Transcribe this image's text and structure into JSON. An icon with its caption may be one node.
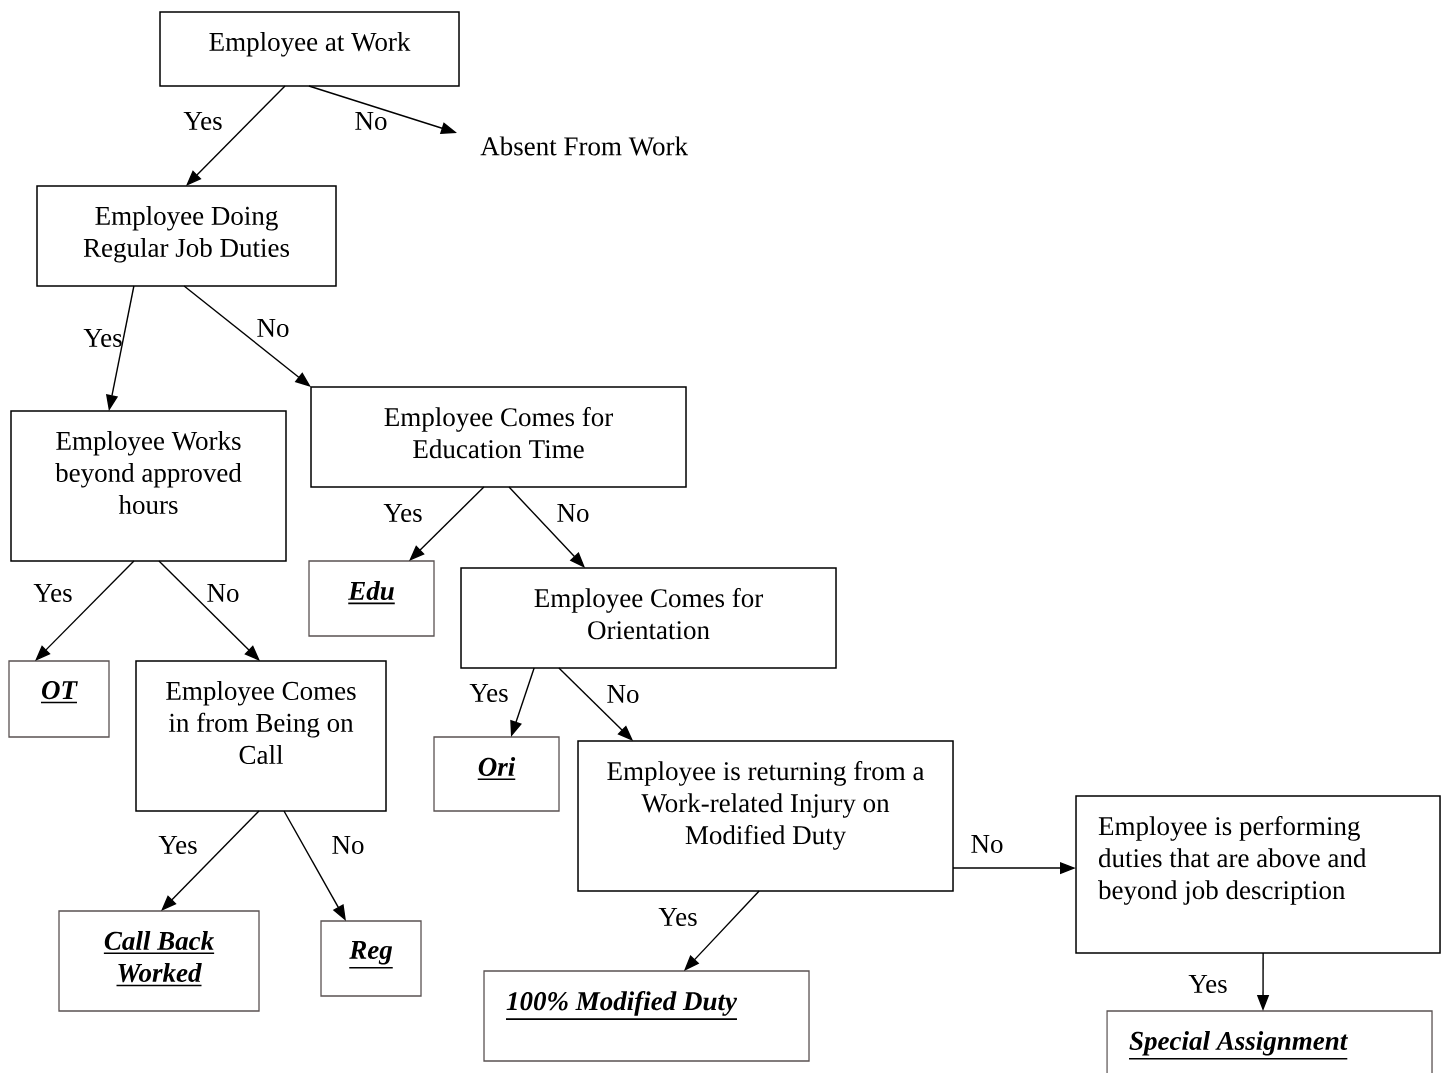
{
  "diagram": {
    "nodes": [
      {
        "text": [
          "Employee at Work"
        ]
      },
      {
        "text": [
          "Absent From Work"
        ]
      },
      {
        "text": [
          "Employee Doing Regular Job Duties"
        ]
      },
      {
        "text": [
          "Employee Works beyond approved hours"
        ]
      },
      {
        "text": [
          "Employee Comes for Education Time"
        ]
      },
      {
        "text": [
          "Edu"
        ]
      },
      {
        "text": [
          "Employee Comes for Orientation"
        ]
      },
      {
        "text": [
          "OT"
        ]
      },
      {
        "text": [
          "Employee Comes in from Being on Call"
        ]
      },
      {
        "text": [
          "Ori"
        ]
      },
      {
        "text": [
          "Employee is returning from a Work-related Injury on Modified Duty"
        ]
      },
      {
        "text": [
          "Employee is performing duties that are above and beyond job description"
        ]
      },
      {
        "text": [
          "Call Back Worked"
        ]
      },
      {
        "text": [
          "Reg"
        ]
      },
      {
        "text": [
          "100% Modified Duty"
        ]
      },
      {
        "text": [
          "Special Assignment"
        ]
      }
    ],
    "edges": [
      {
        "from": 0,
        "to": 2,
        "arrow": "to",
        "label": "Yes"
      },
      {
        "from": 0,
        "to": 1,
        "arrow": "to",
        "label": "No"
      },
      {
        "from": 2,
        "to": 3,
        "arrow": "to",
        "label": "Yes"
      },
      {
        "from": 2,
        "to": 4,
        "arrow": "to",
        "label": "No"
      },
      {
        "from": 3,
        "to": 7,
        "arrow": "to",
        "label": "Yes"
      },
      {
        "from": 3,
        "to": 8,
        "arrow": "to",
        "label": "No"
      },
      {
        "from": 4,
        "to": 5,
        "arrow": "to",
        "label": "Yes"
      },
      {
        "from": 4,
        "to": 6,
        "arrow": "to",
        "label": "No"
      },
      {
        "from": 6,
        "to": 9,
        "arrow": "to",
        "label": "Yes"
      },
      {
        "from": 6,
        "to": 10,
        "arrow": "to",
        "label": "No"
      },
      {
        "from": 8,
        "to": 12,
        "arrow": "to",
        "label": "Yes"
      },
      {
        "from": 8,
        "to": 13,
        "arrow": "to",
        "label": "No"
      },
      {
        "from": 10,
        "to": 14,
        "arrow": "to",
        "label": "Yes"
      },
      {
        "from": 10,
        "to": 11,
        "arrow": "to",
        "label": "No"
      },
      {
        "from": 11,
        "to": 15,
        "arrow": "to",
        "label": "Yes"
      }
    ]
  }
}
